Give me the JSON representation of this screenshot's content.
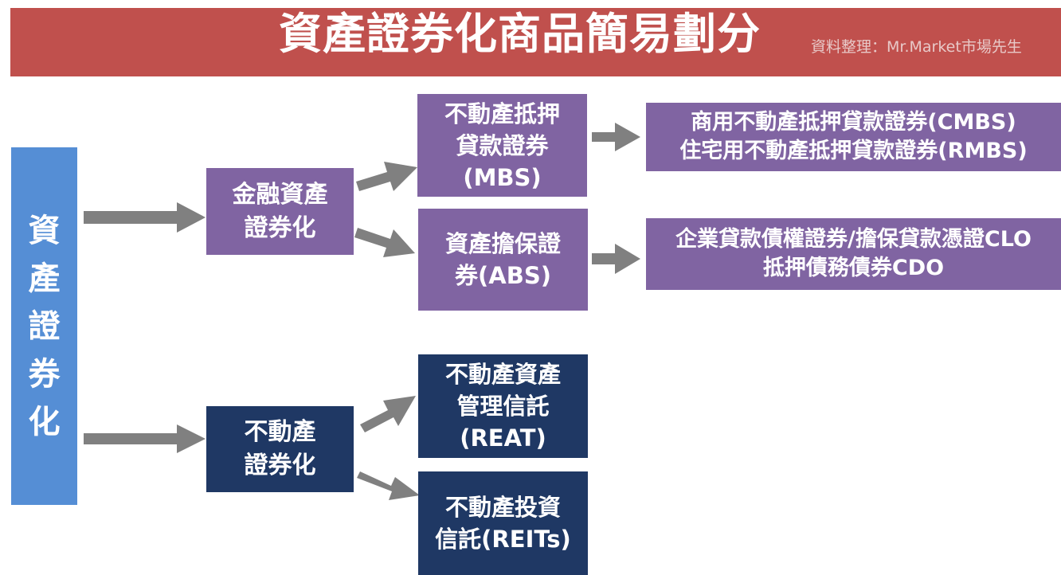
{
  "header": {
    "title": "資產證券化商品簡易劃分",
    "credit": "資料整理：Mr.Market市場先生"
  },
  "colors": {
    "banner": "#c0504d",
    "root": "#558ed5",
    "financial": "#8064a2",
    "real_estate": "#1f3864",
    "arrow": "#808080"
  },
  "root": {
    "chars": [
      "資",
      "產",
      "證",
      "券",
      "化"
    ]
  },
  "branches": {
    "financial": {
      "lines": [
        "金融資產",
        "證券化"
      ],
      "children": {
        "mbs": {
          "lines": [
            "不動產抵押",
            "貸款證券",
            "(MBS)"
          ],
          "detail": [
            "商用不動產抵押貸款證券(CMBS)",
            "住宅用不動產抵押貸款證券(RMBS)"
          ]
        },
        "abs": {
          "lines": [
            "資產擔保證",
            "券(ABS)"
          ],
          "detail": [
            "企業貸款債權證券/擔保貸款憑證CLO",
            "抵押債務債券CDO"
          ]
        }
      }
    },
    "real_estate": {
      "lines": [
        "不動產",
        "證券化"
      ],
      "children": {
        "reat": {
          "lines": [
            "不動產資產",
            "管理信託",
            "(REAT)"
          ]
        },
        "reits": {
          "lines": [
            "不動產投資",
            "信託(REITs)"
          ]
        }
      }
    }
  }
}
